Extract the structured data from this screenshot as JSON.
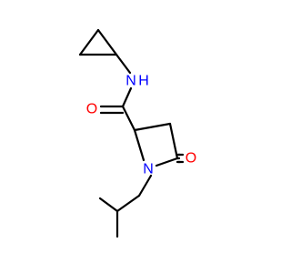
{
  "molecule": {
    "atoms": {
      "amide_n": {
        "label": "N",
        "h_label": "H",
        "color": "#0000ff"
      },
      "amide_o": {
        "label": "O",
        "color": "#ff0000"
      },
      "lactam_n": {
        "label": "N",
        "color": "#0000ff"
      },
      "lactam_o": {
        "label": "O",
        "color": "#ff0000"
      }
    }
  }
}
